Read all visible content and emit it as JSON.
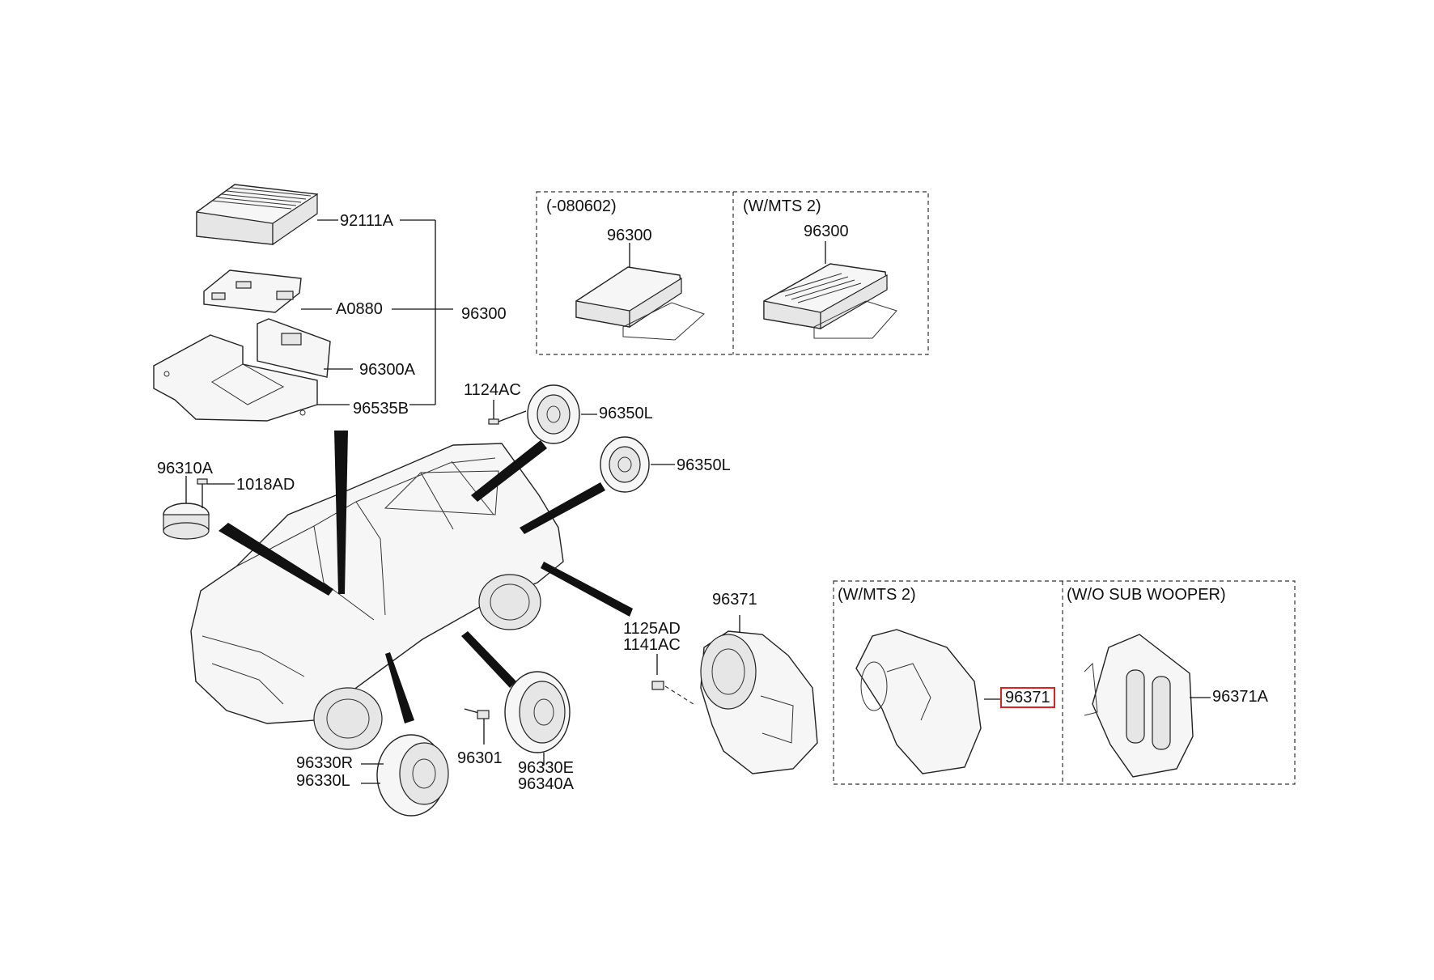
{
  "colors": {
    "highlight": "#e02020",
    "line": "#111111",
    "background": "#ffffff"
  },
  "boxes": {
    "top_left_title": "(-080602)",
    "top_right_title": "(W/MTS 2)",
    "bottom_left_title": "(W/MTS 2)",
    "bottom_right_title": "(W/O SUB WOOPER)"
  },
  "labels": {
    "p92111A": "92111A",
    "pA0880": "A0880",
    "p96300_main": "96300",
    "p96300A": "96300A",
    "p96535B": "96535B",
    "p96300_box1": "96300",
    "p96300_box2": "96300",
    "p1124AC": "1124AC",
    "p96350L_a": "96350L",
    "p96350L_b": "96350L",
    "p96310A": "96310A",
    "p1018AD": "1018AD",
    "p96371_left": "96371",
    "p1125AD": "1125AD",
    "p1141AC": "1141AC",
    "p96371_highlight": "96371",
    "p96371A": "96371A",
    "p96330R": "96330R",
    "p96330L": "96330L",
    "p96301": "96301",
    "p96330E": "96330E",
    "p96340A": "96340A"
  }
}
